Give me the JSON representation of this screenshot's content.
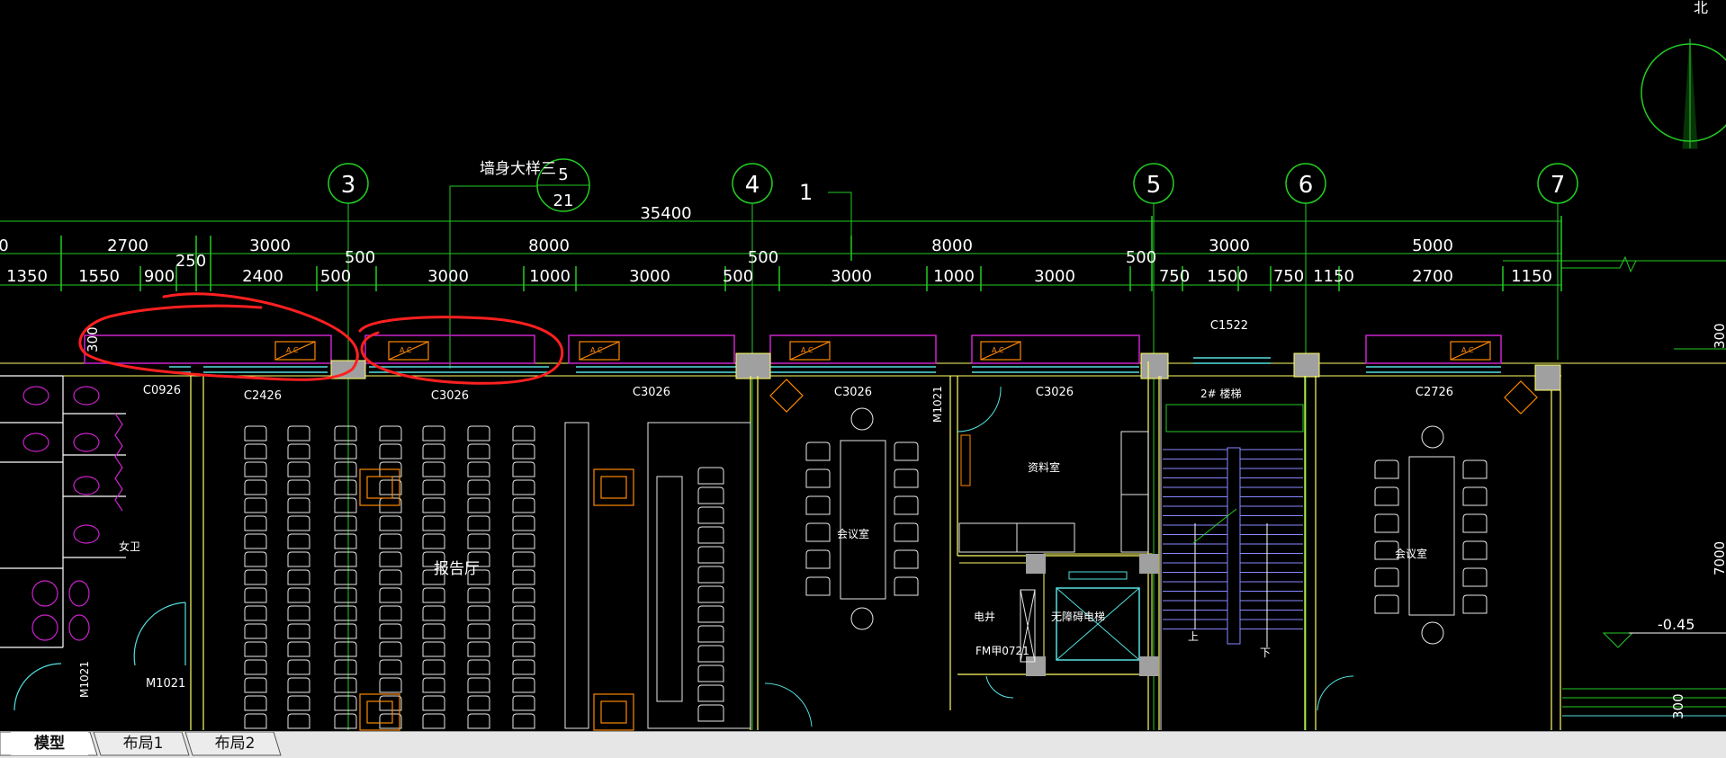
{
  "drawing": {
    "north_label": "北",
    "axes": [
      "3",
      "4",
      "5",
      "6",
      "7"
    ],
    "detail_note": "墙身大样三",
    "detail_ref": {
      "top": "5",
      "bottom": "21"
    },
    "section_mark": "1",
    "overall_dim": "35400",
    "dims_row1": [
      "0",
      "2700",
      "3000",
      "500",
      "8000",
      "500",
      "8000",
      "500",
      "3000",
      "5000"
    ],
    "dims_row1_extra": "250",
    "dims_row2": [
      "1350",
      "1550",
      "900",
      "2400",
      "500",
      "3000",
      "1000",
      "3000",
      "500",
      "3000",
      "1000",
      "3000",
      "750",
      "1500",
      "750",
      "1150",
      "2700",
      "1150"
    ],
    "left_small_dim": "300",
    "windows": [
      "C0926",
      "C2426",
      "C3026",
      "C3026",
      "C3026",
      "C3026",
      "C1522",
      "C2726"
    ],
    "ac_label": "A C",
    "rooms": {
      "report_hall": "报告厅",
      "meeting_room": "会议室",
      "meeting_room_2": "会议室",
      "archive": "资料室",
      "stair": "2# 楼梯",
      "elevator": "无障碍电梯",
      "shaft": "电井",
      "fire_door": "FM甲0721",
      "toilet": "女卫"
    },
    "doors": [
      "M1021",
      "M1021",
      "M1021"
    ],
    "stair_up": "上",
    "stair_down": "下",
    "elevation": "-0.45",
    "right_dims": [
      "300",
      "7000",
      "300"
    ],
    "colors": {
      "axis": "#22cc22",
      "wall": "#ffff66",
      "window": "#55e0e0",
      "furniture": "#e8e8e8",
      "magenta": "#cc22cc",
      "orange": "#ff8800",
      "purple": "#8888ff",
      "markup": "#ff2020"
    }
  },
  "tabs": [
    {
      "label": "模型",
      "active": true
    },
    {
      "label": "布局1",
      "active": false
    },
    {
      "label": "布局2",
      "active": false
    }
  ]
}
